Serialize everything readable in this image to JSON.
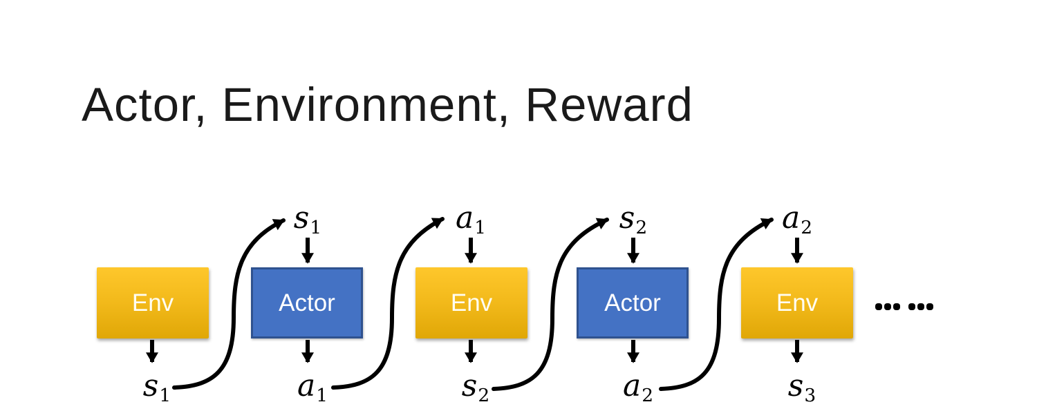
{
  "title": "Actor, Environment, Reward",
  "colors": {
    "env-top": "#FEC72C",
    "env-bottom": "#E0A707",
    "actor-fill": "#4472C4",
    "actor-border": "#2F528F",
    "arrow": "#000000",
    "title-color": "#1a1a1a"
  },
  "diagram": {
    "boxes": [
      {
        "label": "Env"
      },
      {
        "label": "Actor"
      },
      {
        "label": "Env"
      },
      {
        "label": "Actor"
      },
      {
        "label": "Env"
      }
    ],
    "top_labels": [
      {
        "base": "s",
        "sub": "1"
      },
      {
        "base": "a",
        "sub": "1"
      },
      {
        "base": "s",
        "sub": "2"
      },
      {
        "base": "a",
        "sub": "2"
      }
    ],
    "bottom_labels": [
      {
        "base": "s",
        "sub": "1"
      },
      {
        "base": "a",
        "sub": "1"
      },
      {
        "base": "s",
        "sub": "2"
      },
      {
        "base": "a",
        "sub": "2"
      },
      {
        "base": "s",
        "sub": "3"
      }
    ],
    "ellipsis": "……"
  }
}
